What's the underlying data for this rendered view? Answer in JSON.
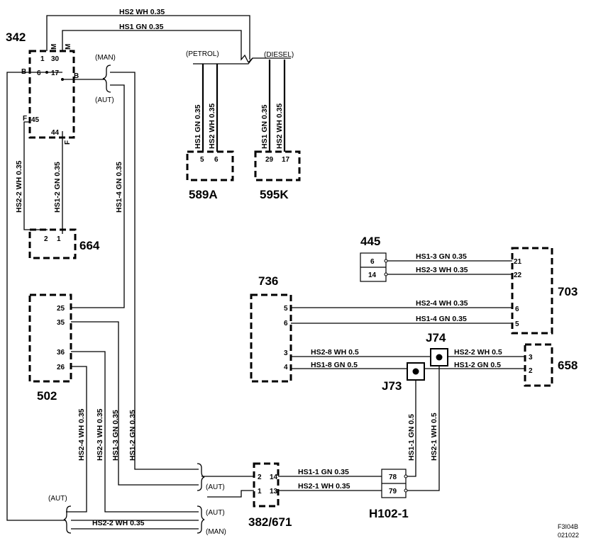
{
  "components": {
    "c342": "342",
    "c589a": "589A",
    "c595k": "595K",
    "c664": "664",
    "c445": "445",
    "c703": "703",
    "c736": "736",
    "c502": "502",
    "c658": "658",
    "c382": "382/671",
    "ch102": "H102-1",
    "j74": "J74",
    "j73": "J73"
  },
  "pins": {
    "p342_30": "30",
    "p342_1": "1",
    "p342_6": "6",
    "p342_17": "17",
    "p342_45": "45",
    "p342_44": "44",
    "p589_5": "5",
    "p589_6": "6",
    "p595_29": "29",
    "p595_17": "17",
    "p664_2": "2",
    "p664_1": "1",
    "p445_6": "6",
    "p445_14": "14",
    "p703_21": "21",
    "p703_22": "22",
    "p703_6": "6",
    "p703_5": "5",
    "p736_5": "5",
    "p736_6": "6",
    "p736_3": "3",
    "p736_4": "4",
    "p502_25": "25",
    "p502_35": "35",
    "p502_36": "36",
    "p502_26": "26",
    "p658_3": "3",
    "p658_2": "2",
    "p382_2": "2",
    "p382_14": "14",
    "p382_1": "1",
    "p382_13": "13",
    "ph_78": "78",
    "ph_79": "79"
  },
  "flags": {
    "m1": "M",
    "m2": "M",
    "b1": "B",
    "b2": "B",
    "f1": "F",
    "f2": "F"
  },
  "wire_labels": {
    "hs2_top": "HS2   WH   0.35",
    "hs1_top": "HS1   GN   0.35",
    "hs1_589": "HS1   GN   0.35",
    "hs2_589": "HS2   WH   0.35",
    "hs1_595": "HS1   GN   0.35",
    "hs2_595": "HS2   WH   0.35",
    "hs2_2": "HS2-2   WH   0.35",
    "hs1_2a": "HS1-2   GN   0.35",
    "hs1_4v": "HS1-4   GN   0.35",
    "hs1_3h": "HS1-3   GN   0.35",
    "hs2_3h": "HS2-3   WH   0.35",
    "hs2_4h": "HS2-4   WH   0.35",
    "hs1_4h": "HS1-4   GN   0.35",
    "hs2_8": "HS2-8   WH   0.5",
    "hs1_8": "HS1-8   GN   0.5",
    "hs2_2b": "HS2-2   WH   0.5",
    "hs1_2b": "HS1-2   GN   0.5",
    "hs1_1v": "HS1-1   GN   0.5",
    "hs2_1v": "HS2-1   WH   0.5",
    "hs2_4v": "HS2-4   WH   0.35",
    "hs2_3v": "HS2-3   WH   0.35",
    "hs1_3v": "HS1-3   GN   0.35",
    "hs1_2v": "HS1-2   GN   0.35",
    "hs1_1h": "HS1-1  GN   0.35",
    "hs2_1h": "HS2-1   WH   0.35",
    "hs2_2h": "HS2-2   WH   0.35"
  },
  "notes": {
    "man_top": "(MAN)",
    "aut_top": "(AUT)",
    "petrol": "(PETROL)",
    "diesel": "(DIESEL)",
    "aut_mid": "(AUT)",
    "aut_low": "(AUT)",
    "aut_left": "(AUT)",
    "man_low": "(MAN)"
  },
  "reference": {
    "code": "F3I04B",
    "date": "021022"
  },
  "colors": {
    "line": "#000000",
    "background": "#ffffff"
  }
}
